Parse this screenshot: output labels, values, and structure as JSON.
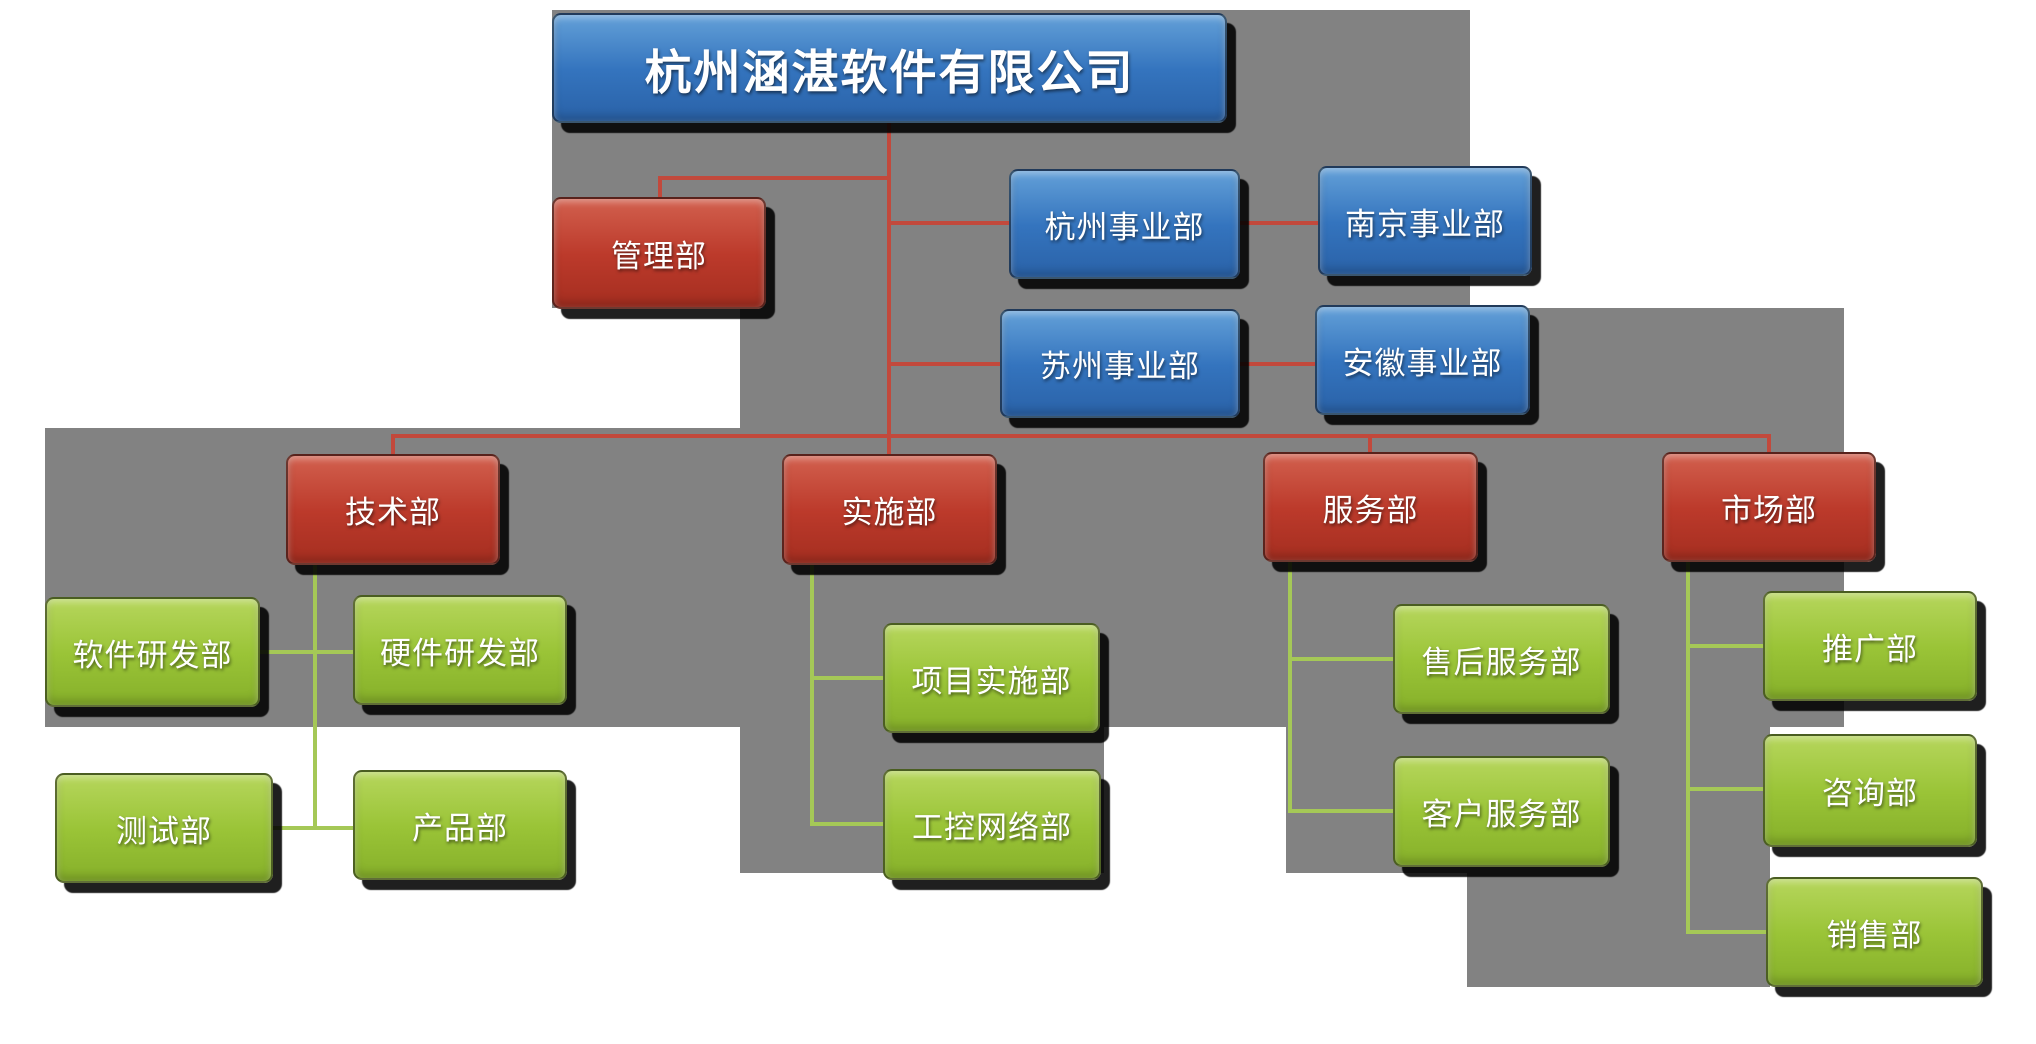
{
  "company": {
    "name": "杭州涵湛软件有限公司"
  },
  "colors": {
    "blue_box": "#3474be",
    "red_box": "#bc3a2b",
    "green_box": "#9ac437",
    "gray_background": "#828282",
    "red_connector": "#c2493c",
    "green_connector": "#a5c857",
    "text": "#ffffff"
  },
  "nodes": {
    "root": "杭州涵湛软件有限公司",
    "guanli": "管理部",
    "hangzhou": "杭州事业部",
    "nanjing": "南京事业部",
    "suzhou": "苏州事业部",
    "anhui": "安徽事业部",
    "jishu": "技术部",
    "shishi": "实施部",
    "fuwu": "服务部",
    "shichang": "市场部",
    "ruanjian": "软件研发部",
    "yingjian": "硬件研发部",
    "ceshi": "测试部",
    "chanpin": "产品部",
    "xiangmu": "项目实施部",
    "gongkong": "工控网络部",
    "shouhou": "售后服务部",
    "kehu": "客户服务部",
    "tuiguang": "推广部",
    "zixun": "咨询部",
    "xiaoshou": "销售部"
  },
  "hierarchy": {
    "root": "杭州涵湛软件有限公司",
    "children": [
      {
        "label": "管理部",
        "type": "red"
      },
      {
        "label": "杭州事业部",
        "type": "blue",
        "linked_to": "南京事业部"
      },
      {
        "label": "苏州事业部",
        "type": "blue",
        "linked_to": "安徽事业部"
      },
      {
        "label": "技术部",
        "type": "red",
        "children": [
          "软件研发部",
          "硬件研发部",
          "测试部",
          "产品部"
        ]
      },
      {
        "label": "实施部",
        "type": "red",
        "children": [
          "项目实施部",
          "工控网络部"
        ]
      },
      {
        "label": "服务部",
        "type": "red",
        "children": [
          "售后服务部",
          "客户服务部"
        ]
      },
      {
        "label": "市场部",
        "type": "red",
        "children": [
          "推广部",
          "咨询部",
          "销售部"
        ]
      }
    ]
  }
}
